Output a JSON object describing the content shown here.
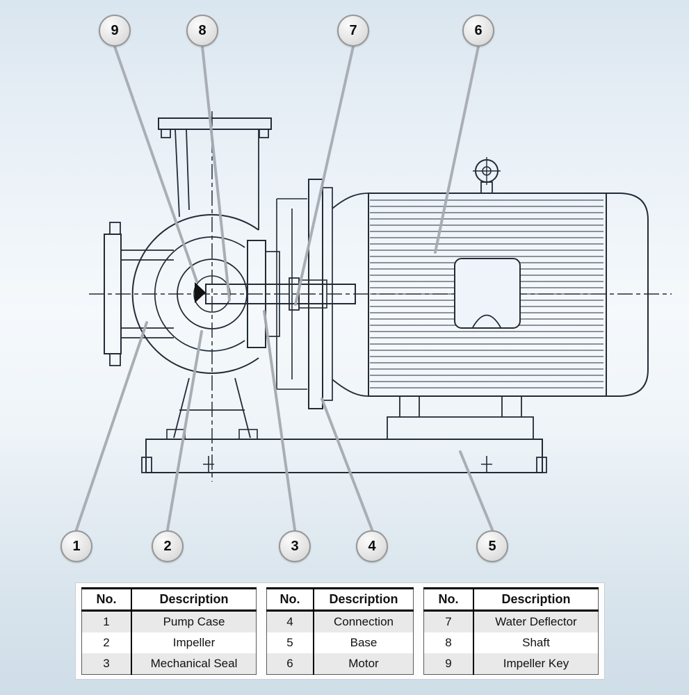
{
  "callouts": [
    {
      "label": "9"
    },
    {
      "label": "8"
    },
    {
      "label": "7"
    },
    {
      "label": "6"
    },
    {
      "label": "1"
    },
    {
      "label": "2"
    },
    {
      "label": "3"
    },
    {
      "label": "4"
    },
    {
      "label": "5"
    }
  ],
  "tables": [
    {
      "headers": {
        "no": "No.",
        "description": "Description"
      },
      "rows": [
        {
          "no": "1",
          "description": "Pump Case"
        },
        {
          "no": "2",
          "description": "Impeller"
        },
        {
          "no": "3",
          "description": "Mechanical Seal"
        }
      ]
    },
    {
      "headers": {
        "no": "No.",
        "description": "Description"
      },
      "rows": [
        {
          "no": "4",
          "description": "Connection"
        },
        {
          "no": "5",
          "description": "Base"
        },
        {
          "no": "6",
          "description": "Motor"
        }
      ]
    },
    {
      "headers": {
        "no": "No.",
        "description": "Description"
      },
      "rows": [
        {
          "no": "7",
          "description": "Water Deflector"
        },
        {
          "no": "8",
          "description": "Shaft"
        },
        {
          "no": "9",
          "description": "Impeller Key"
        }
      ]
    }
  ],
  "colors": {
    "line": "#232b36",
    "leader": "#a6abb1",
    "background_top": "#d9e5ef",
    "background_bottom": "#cfdde8"
  }
}
